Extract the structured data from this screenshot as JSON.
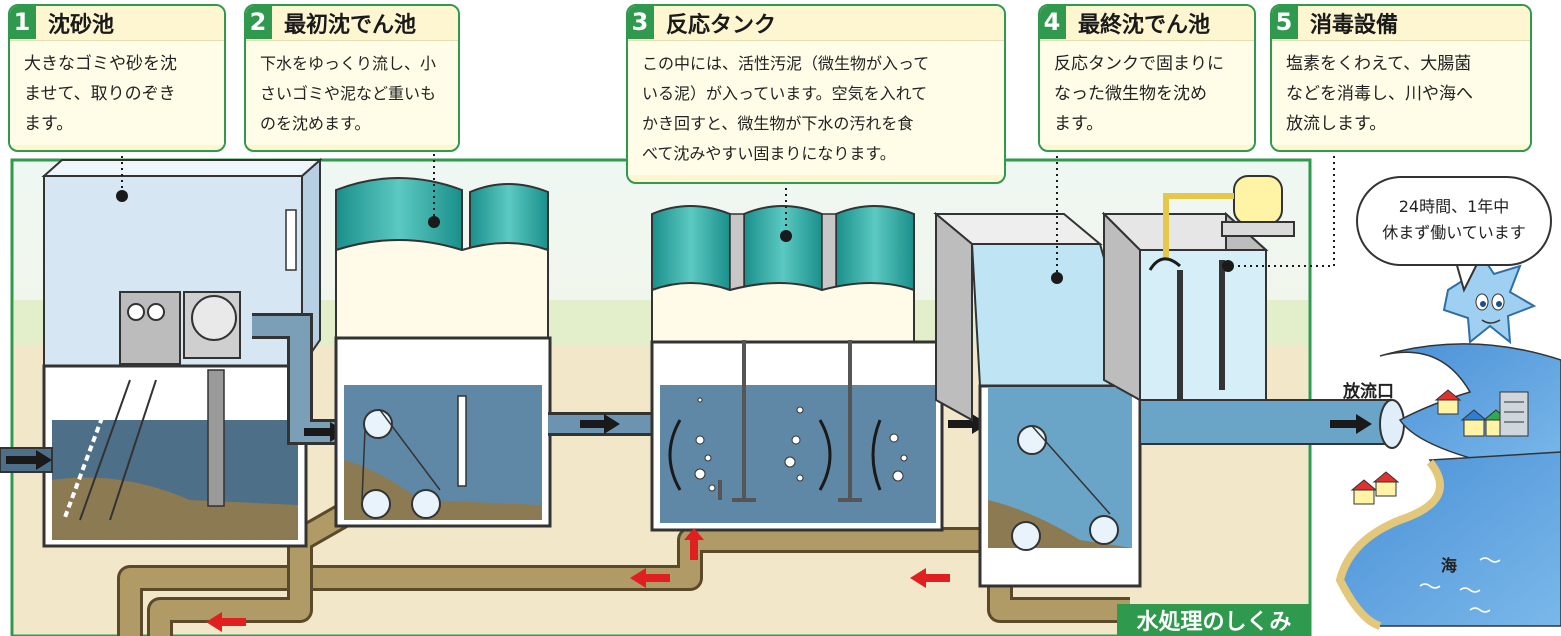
{
  "steps": [
    {
      "number": "1",
      "title": "沈砂池",
      "lines": [
        "大きなゴミや砂を沈",
        "ませて、取りのぞき",
        "ます。"
      ]
    },
    {
      "number": "2",
      "title": "最初沈でん池",
      "lines": [
        "下水をゆっくり流し、小",
        "さいゴミや泥など重いも",
        "のを沈めます。"
      ]
    },
    {
      "number": "3",
      "title": "反応タンク",
      "lines": [
        "この中には、活性汚泥（微生物が入って",
        "いる泥）が入っています。空気を入れて",
        "かき回すと、微生物が下水の汚れを食",
        "べて沈みやすい固まりになります。"
      ]
    },
    {
      "number": "4",
      "title": "最終沈でん池",
      "lines": [
        "反応タンクで固まりに",
        "なった微生物を沈め",
        "ます。"
      ]
    },
    {
      "number": "5",
      "title": "消毒設備",
      "lines": [
        "塩素をくわえて、大腸菌",
        "などを消毒し、川や海へ",
        "放流します。"
      ]
    }
  ],
  "speech_bubble": {
    "line1": "24時間、1年中",
    "line2": "休まず働いています"
  },
  "labels": {
    "outlet": "放流口",
    "sea": "海"
  },
  "caption": "水処理のしくみ",
  "colors": {
    "accent_green": "#2f9a4e",
    "card_fill": "#fdf6d0",
    "water": "#6aa4c6",
    "sludge": "#a08a5c",
    "roof_teal": "#1fa5a0",
    "arrow_red": "#e02020",
    "sea": "#5aa0dc"
  }
}
